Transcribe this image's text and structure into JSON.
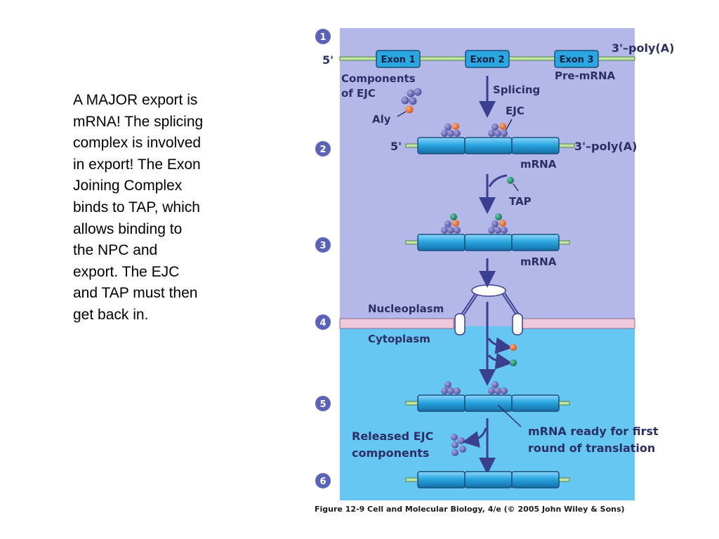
{
  "side_text": "A MAJOR export is mRNA! The splicing complex is involved in export! The Exon Joining Complex binds to TAP, which allows binding to the NPC and export. The EJC and TAP must then get back in.",
  "figure": {
    "steps": [
      "1",
      "2",
      "3",
      "4",
      "5",
      "6"
    ],
    "exons": [
      "Exon 1",
      "Exon 2",
      "Exon 3"
    ],
    "labels": {
      "five_prime_top": "5'",
      "three_prime_polya_top": "3'–poly(A)",
      "pre_mrna": "Pre-mRNA",
      "components_line1": "Components",
      "components_line2": "of EJC",
      "aly": "Aly",
      "splicing": "Splicing",
      "ejc": "EJC",
      "five_prime_2": "5'",
      "three_prime_polya_2": "3'–poly(A)",
      "mrna_2": "mRNA",
      "tap": "TAP",
      "mrna_3": "mRNA",
      "nucleoplasm": "Nucleoplasm",
      "cytoplasm": "Cytoplasm",
      "released_line1": "Released EJC",
      "released_line2": "components",
      "ready_line1": "mRNA ready for first",
      "ready_line2": "round of translation"
    },
    "caption": "Figure 12-9  Cell and Molecular Biology, 4/e (© 2005 John Wiley & Sons)",
    "colors": {
      "nucleus_bg": "#b3b8e8",
      "cytoplasm_bg": "#66c7f2",
      "exon_fill": "#2aa6e0",
      "step_circle": "#5a63b8",
      "ejc_protein": "#6a68b4",
      "aly_protein": "#e6692b",
      "tap_protein": "#1e8c6c",
      "arrow": "#3a3f8f"
    }
  }
}
